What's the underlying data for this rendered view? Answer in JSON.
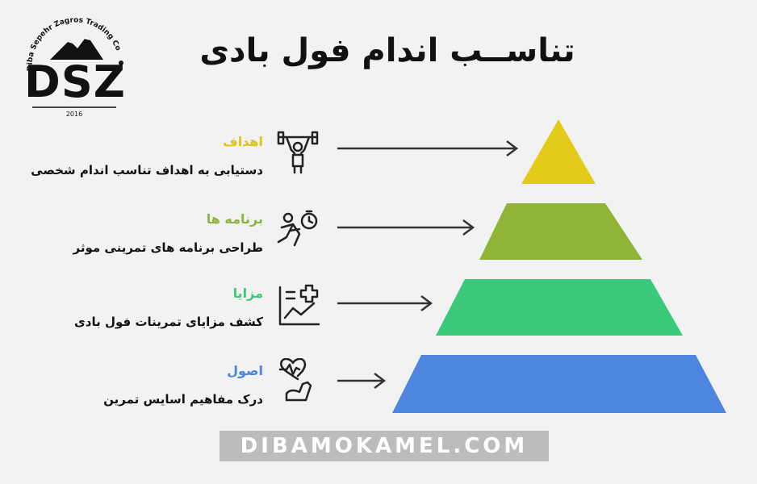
{
  "header": {
    "title": "تناســب اندام فول بادی",
    "logo": {
      "ring_text": "Diba Sepehr Zagros Trading Company",
      "letters": "DSZ",
      "year": "2016"
    }
  },
  "rows": [
    {
      "label": "اهداف",
      "description": "دستیابی به اهداف تناسب اندام شخصی",
      "color": "#e0c31b",
      "icon": "weightlifter-icon"
    },
    {
      "label": "برنامه ها",
      "description": "طراحی برنامه های تمرینی موثر",
      "color": "#8db43b",
      "icon": "runner-stopwatch-icon"
    },
    {
      "label": "مزایا",
      "description": "کشف مزایای تمرینات فول بادی",
      "color": "#3ec97a",
      "icon": "chart-plus-icon"
    },
    {
      "label": "اصول",
      "description": "درک مفاهیم اسایس تمرین",
      "color": "#4a86e0",
      "icon": "heart-arm-icon"
    }
  ],
  "pyramid_colors": [
    "#e3cb1a",
    "#90b436",
    "#3dc97c",
    "#4e86df"
  ],
  "footer": {
    "url": "DIBAMOKAMEL.COM"
  }
}
